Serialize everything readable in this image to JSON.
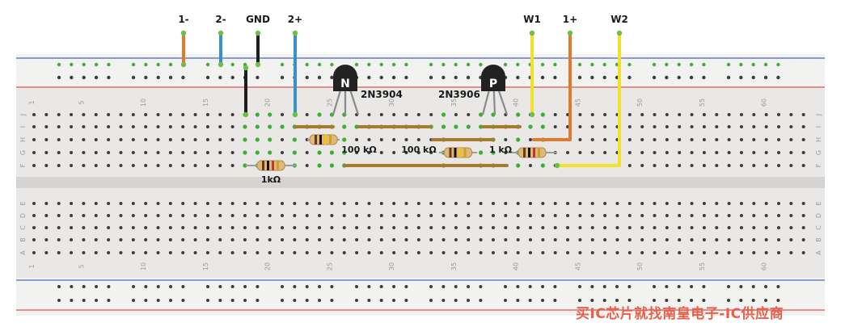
{
  "colors": {
    "board": "#e9e8e6",
    "rail_bg": "#f2f2f0",
    "channel": "#d5d4d2",
    "rail_red": "#d9534f",
    "rail_blue": "#4a68b8",
    "hole": "#3c3c3c",
    "hole_connected": "#3fae35",
    "ink": "#1a1a1a",
    "wire_orange": "#e07a2e",
    "wire_blue": "#3a8fd0",
    "wire_black": "#1e1e1e",
    "wire_yellow": "#f2e12a",
    "wire_copper": "#a87a2a",
    "resistor_body": "#e0b97a",
    "transistor_body": "#222222"
  },
  "labels": {
    "wire_1_minus": "1-",
    "wire_2_minus": "2-",
    "wire_gnd": "GND",
    "wire_2_plus": "2+",
    "wire_w1": "W1",
    "wire_1_plus": "1+",
    "wire_w2": "W2"
  },
  "transistors": {
    "npn": {
      "letter": "N",
      "part": "2N3904"
    },
    "pnp": {
      "letter": "P",
      "part": "2N3906"
    }
  },
  "resistors": {
    "r_bottom_left": "1kΩ",
    "r_base_n": "100 kΩ",
    "r_base_p": "100 kΩ",
    "r_right": "1 kΩ"
  },
  "column_numbers": [
    "1",
    "5",
    "10",
    "15",
    "20",
    "25",
    "30",
    "35",
    "40",
    "45",
    "50",
    "55",
    "60"
  ],
  "row_letters_top": [
    "J",
    "I",
    "H",
    "G",
    "F"
  ],
  "row_letters_bottom": [
    "E",
    "D",
    "C",
    "B",
    "A"
  ],
  "watermark": "买IC芯片就找南皇电子-IC供应商"
}
